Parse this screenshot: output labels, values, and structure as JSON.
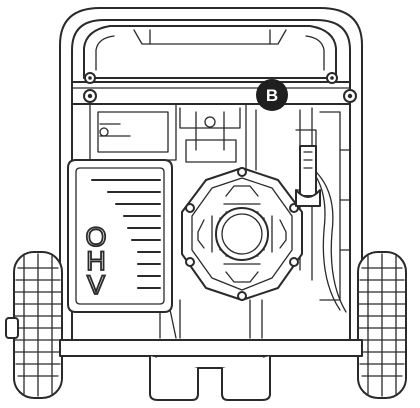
{
  "callout": {
    "label": "B",
    "color": "#1f1f1f"
  },
  "engine_cover": {
    "letters": [
      "O",
      "H",
      "V"
    ]
  },
  "colors": {
    "line": "#2a2a2a",
    "background": "#ffffff"
  }
}
